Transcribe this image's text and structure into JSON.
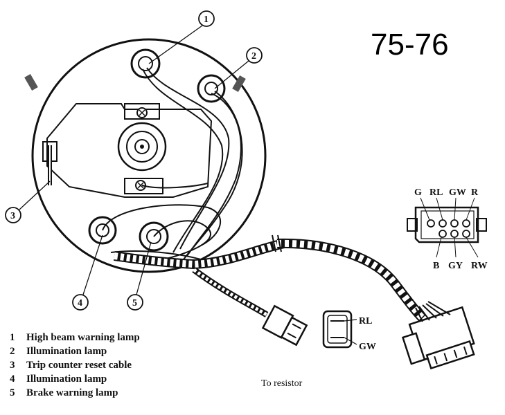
{
  "title": "75-76",
  "legend": [
    {
      "num": "1",
      "text": "High beam warning lamp"
    },
    {
      "num": "2",
      "text": "Illumination lamp"
    },
    {
      "num": "3",
      "text": "Trip counter reset cable"
    },
    {
      "num": "4",
      "text": "Illumination lamp"
    },
    {
      "num": "5",
      "text": "Brake warning lamp"
    }
  ],
  "callouts": [
    "1",
    "2",
    "3",
    "4",
    "5"
  ],
  "connector_pins_top": [
    "G",
    "RL",
    "GW",
    "R"
  ],
  "connector_pins_bottom": [
    "B",
    "GY",
    "RW"
  ],
  "resistor_plug_pins": [
    "RL",
    "GW"
  ],
  "resistor_label": "To resistor"
}
